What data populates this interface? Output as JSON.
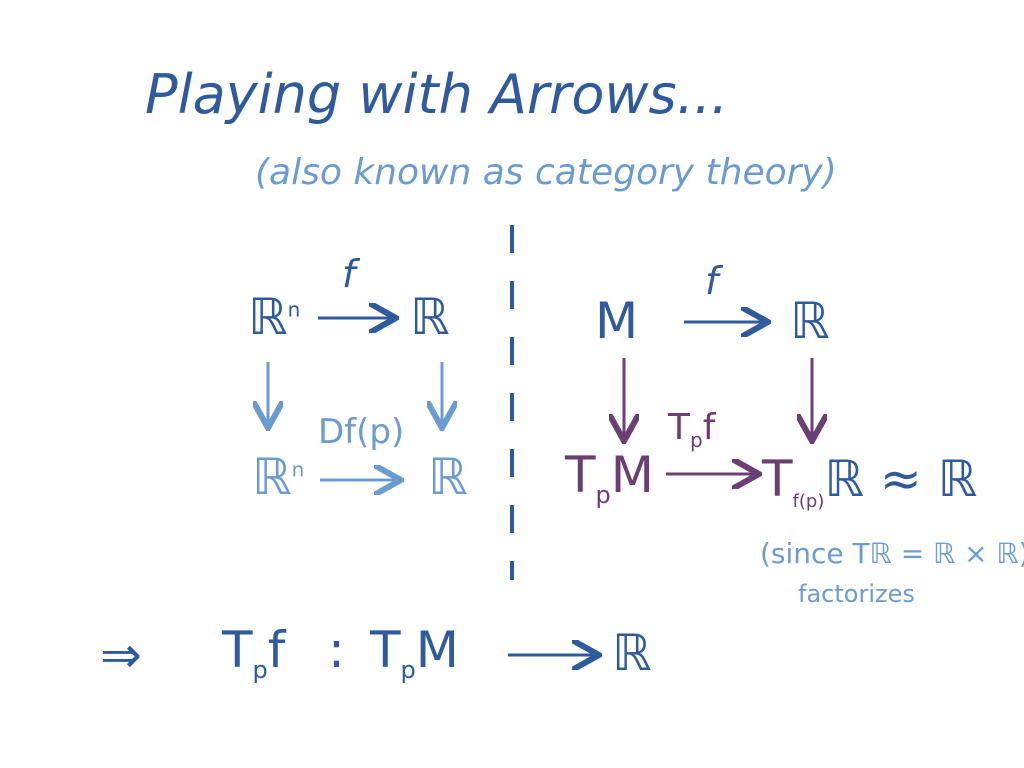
{
  "title": "Playing with Arrows...",
  "subtitle": "(also known as category theory)",
  "left_diagram": {
    "top_left": "ℝ",
    "top_left_sup": "n",
    "top_arrow_label": "f",
    "top_right": "ℝ",
    "bottom_left": "ℝ",
    "bottom_left_sup": "n",
    "bottom_arrow_label": "Df(p)",
    "bottom_right": "ℝ"
  },
  "right_diagram": {
    "top_left": "M",
    "top_arrow_label": "f",
    "top_right": "ℝ",
    "bottom_left": "T",
    "bottom_left_sub": "p",
    "bottom_left_rest": "M",
    "bottom_arrow_label": "T",
    "bottom_arrow_label_sub": "p",
    "bottom_arrow_label_rest": "f",
    "bottom_right": "T",
    "bottom_right_sub": "f(p)",
    "bottom_right_rest": "ℝ ≈ ℝ"
  },
  "note": {
    "line1": "(since Tℝ = ℝ × ℝ)",
    "line2": "factorizes"
  },
  "conclusion": {
    "implies": "⇒",
    "lhs": "T",
    "lhs_sub": "p",
    "lhs_rest": "f",
    "colon": ":",
    "dom": "T",
    "dom_sub": "p",
    "dom_rest": "M",
    "codomain": "ℝ"
  },
  "colors": {
    "dark_blue": "#2f5b9e",
    "light_blue": "#6c9bd2",
    "purple": "#6b3f74"
  }
}
